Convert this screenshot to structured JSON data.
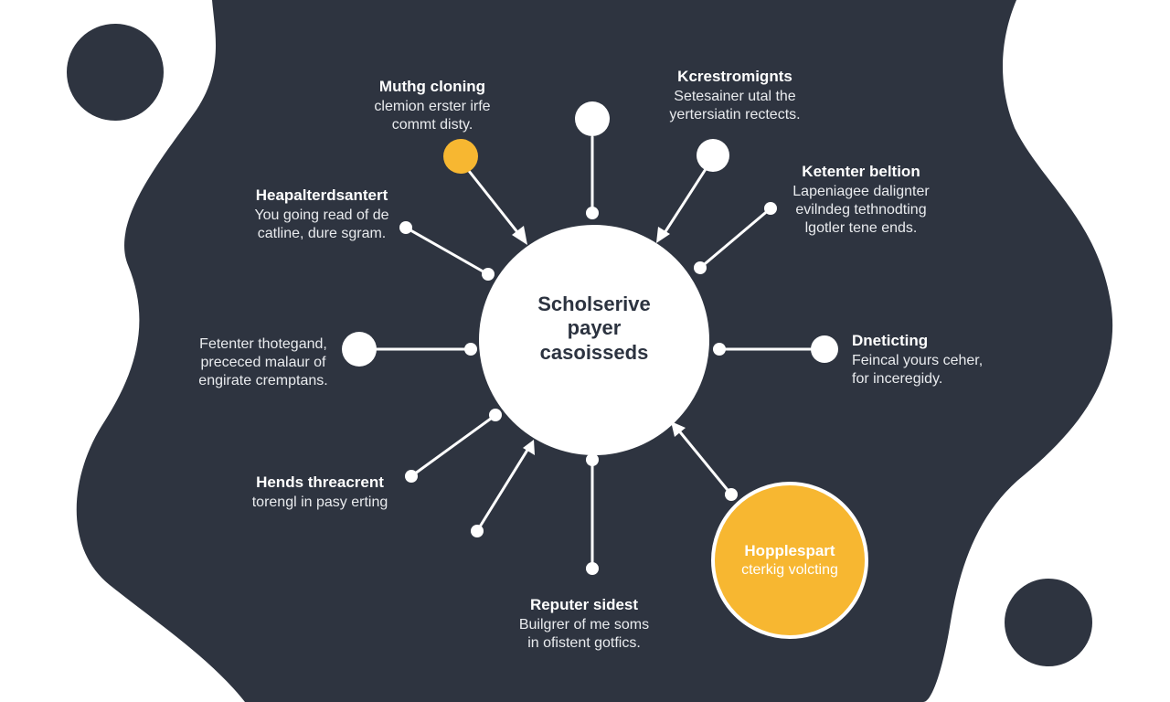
{
  "colors": {
    "background": "#ffffff",
    "blob": "#2e3440",
    "node_white": "#ffffff",
    "accent_yellow": "#f7b731"
  },
  "center": {
    "lines": [
      "Scholserive",
      "payer",
      "casoisseds"
    ]
  },
  "nodes": [
    {
      "id": "top-left",
      "title": "Muthg cloning",
      "desc": [
        "clemion erster irfe",
        "commt disty."
      ]
    },
    {
      "id": "top-right",
      "title": "Kcrestromignts",
      "desc": [
        "Setesainer utal the",
        "yertersiatin rectects."
      ]
    },
    {
      "id": "right-upper",
      "title": "Ketenter beltion",
      "desc": [
        "Lapeniagee dalignter",
        "evilndeg tethnodting",
        "lgotler tene ends."
      ]
    },
    {
      "id": "left-upper",
      "title": "Heapalterdsantert",
      "desc": [
        "You going read of de",
        "catline, dure sgram."
      ]
    },
    {
      "id": "left-middle",
      "title": "",
      "desc": [
        "Fetenter thotegand,",
        "prececed malaur of",
        "engirate cremptans."
      ]
    },
    {
      "id": "right-middle",
      "title": "Dneticting",
      "desc": [
        "Feincal yours ceher,",
        "for inceregidy."
      ]
    },
    {
      "id": "left-lower",
      "title": "Hends threacrent",
      "desc": [
        "torengl in pasy erting"
      ]
    },
    {
      "id": "bottom",
      "title": "Reputer sidest",
      "desc": [
        "Builgrer of me soms",
        "in ofistent gotfics."
      ]
    }
  ],
  "highlight": {
    "title": "Hopplespart",
    "desc": "cterkig volcting"
  }
}
